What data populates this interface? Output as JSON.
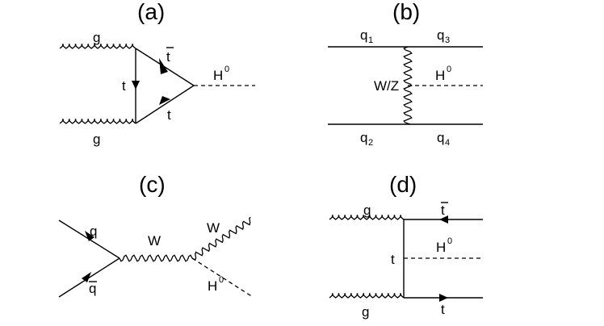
{
  "panels": {
    "a": {
      "label": "(a)",
      "gluon_top": "g",
      "gluon_bottom": "g",
      "quark_left": "t",
      "antiquark_top": "t",
      "quark_bottom": "t",
      "higgs": "H",
      "higgs_sup": "0"
    },
    "b": {
      "label": "(b)",
      "q1": "q",
      "q1_sub": "1",
      "q2": "q",
      "q2_sub": "2",
      "q3": "q",
      "q3_sub": "3",
      "q4": "q",
      "q4_sub": "4",
      "boson": "W/Z",
      "higgs": "H",
      "higgs_sup": "0"
    },
    "c": {
      "label": "(c)",
      "quark_in": "q",
      "antiquark_in": "q",
      "w_internal": "W",
      "w_out": "W",
      "higgs": "H",
      "higgs_sup": "0"
    },
    "d": {
      "label": "(d)",
      "gluon_top": "g",
      "gluon_bottom": "g",
      "antiquark_top": "t",
      "quark_mid": "t",
      "quark_bottom": "t",
      "higgs": "H",
      "higgs_sup": "0"
    }
  }
}
